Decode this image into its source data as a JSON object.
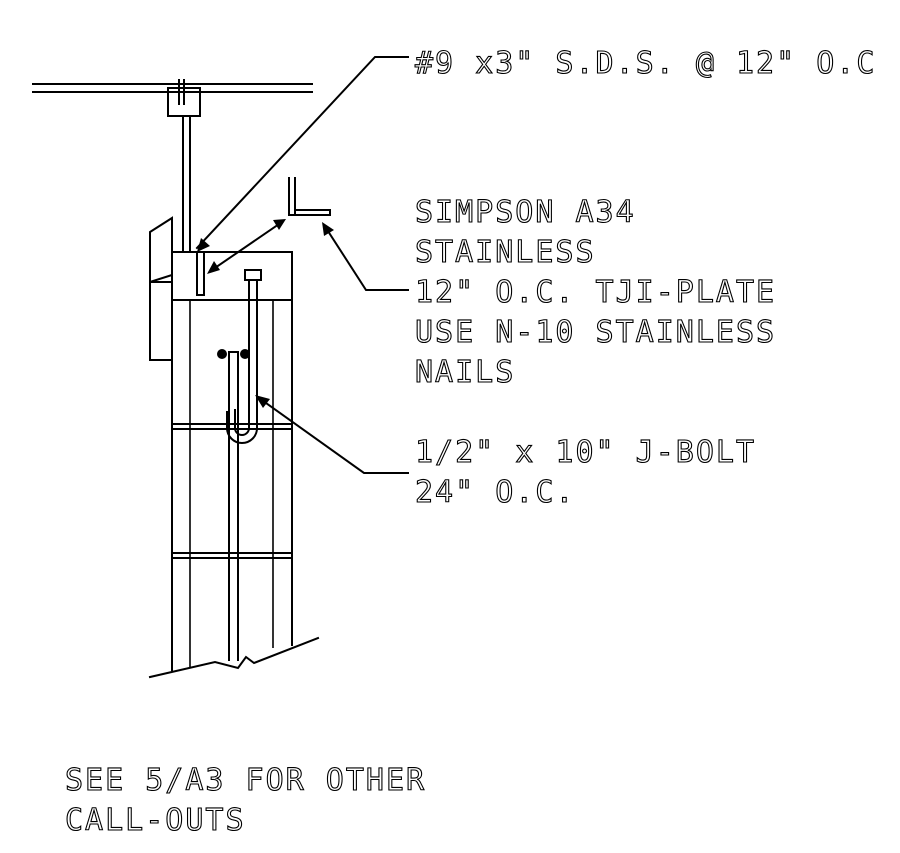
{
  "callouts": {
    "screw": "#9 x3\" S.D.S. @ 12\" O.C",
    "clip_line1": "SIMPSON A34",
    "clip_line2": "STAINLESS",
    "clip_line3": "12\" O.C. TJI-PLATE",
    "clip_line4": "USE N-10 STAINLESS",
    "clip_line5": "NAILS",
    "bolt_line1": "1/2\" x 10\" J-BOLT",
    "bolt_line2": "24\" O.C."
  },
  "note": {
    "line1": "SEE 5/A3 FOR OTHER",
    "line2": "CALL-OUTS"
  }
}
